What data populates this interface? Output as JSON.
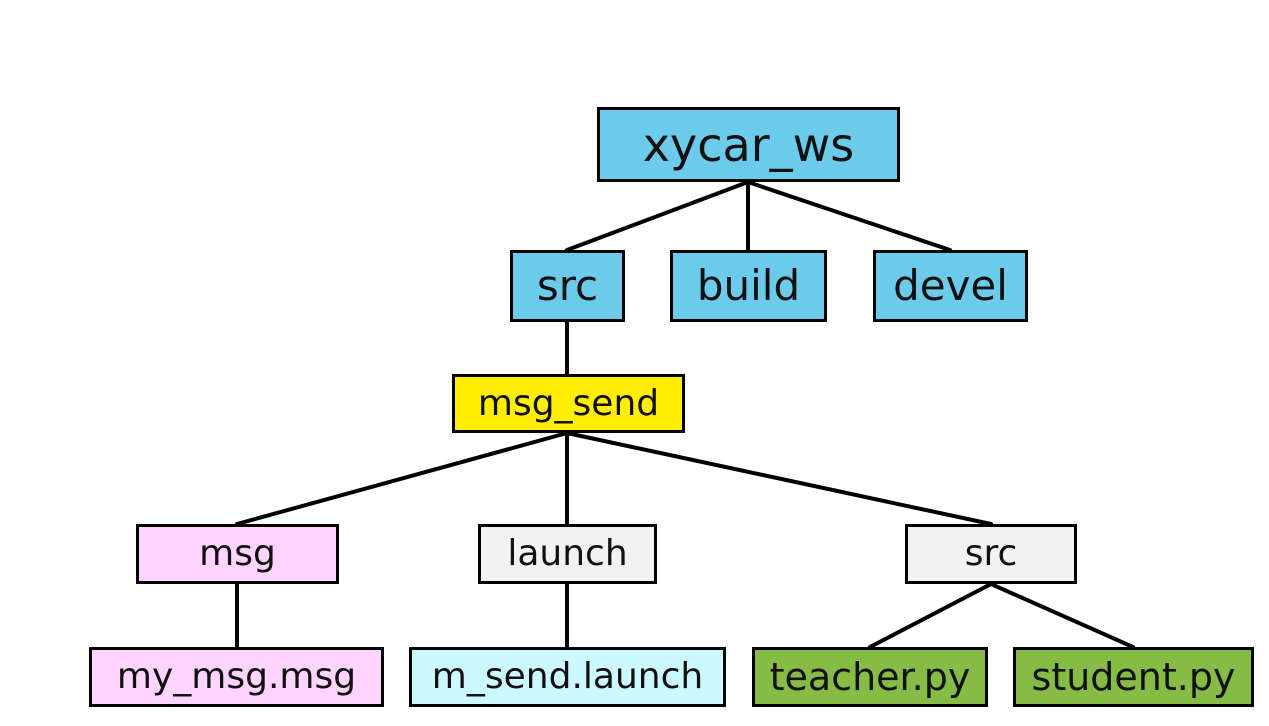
{
  "colors": {
    "workspace_blue": "#6ccbea",
    "package_yellow": "#ffee00",
    "msg_pink": "#ffd5ff",
    "folder_gray": "#f2f2f2",
    "launch_cyan": "#ccf8ff",
    "python_green": "#86bb46",
    "line_black": "#000000"
  },
  "nodes": {
    "xycar_ws": "xycar_ws",
    "src_top": "src",
    "build": "build",
    "devel": "devel",
    "msg_send": "msg_send",
    "msg": "msg",
    "launch": "launch",
    "src_sub": "src",
    "my_msg": "my_msg.msg",
    "m_send_launch": "m_send.launch",
    "teacher_py": "teacher.py",
    "student_py": "student.py"
  },
  "edges": [
    [
      "xycar_ws",
      "src_top"
    ],
    [
      "xycar_ws",
      "build"
    ],
    [
      "xycar_ws",
      "devel"
    ],
    [
      "src_top",
      "msg_send"
    ],
    [
      "msg_send",
      "msg"
    ],
    [
      "msg_send",
      "launch"
    ],
    [
      "msg_send",
      "src_sub"
    ],
    [
      "msg",
      "my_msg"
    ],
    [
      "launch",
      "m_send_launch"
    ],
    [
      "src_sub",
      "teacher_py"
    ],
    [
      "src_sub",
      "student_py"
    ]
  ]
}
